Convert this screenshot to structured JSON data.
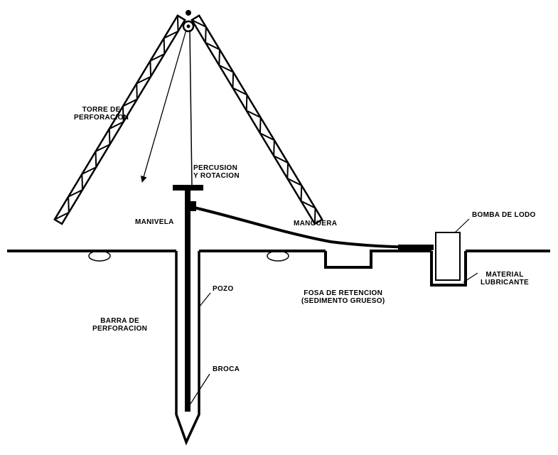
{
  "labels": {
    "torre": [
      "TORRE DE",
      "PERFORACION"
    ],
    "percusion": [
      "PERCUSION",
      "Y ROTACION"
    ],
    "manivela": "MANIVELA",
    "manguera": "MANGUERA",
    "bomba": "BOMBA DE LODO",
    "material": [
      "MATERIAL",
      "LUBRICANTE"
    ],
    "pozo": "POZO",
    "fosa": [
      "FOSA DE RETENCION",
      "(SEDIMENTO GRUESO)"
    ],
    "barra": [
      "BARRA DE",
      "PERFORACION"
    ],
    "broca": "BROCA"
  },
  "colors": {
    "ink": "#000000",
    "paper": "#ffffff"
  }
}
